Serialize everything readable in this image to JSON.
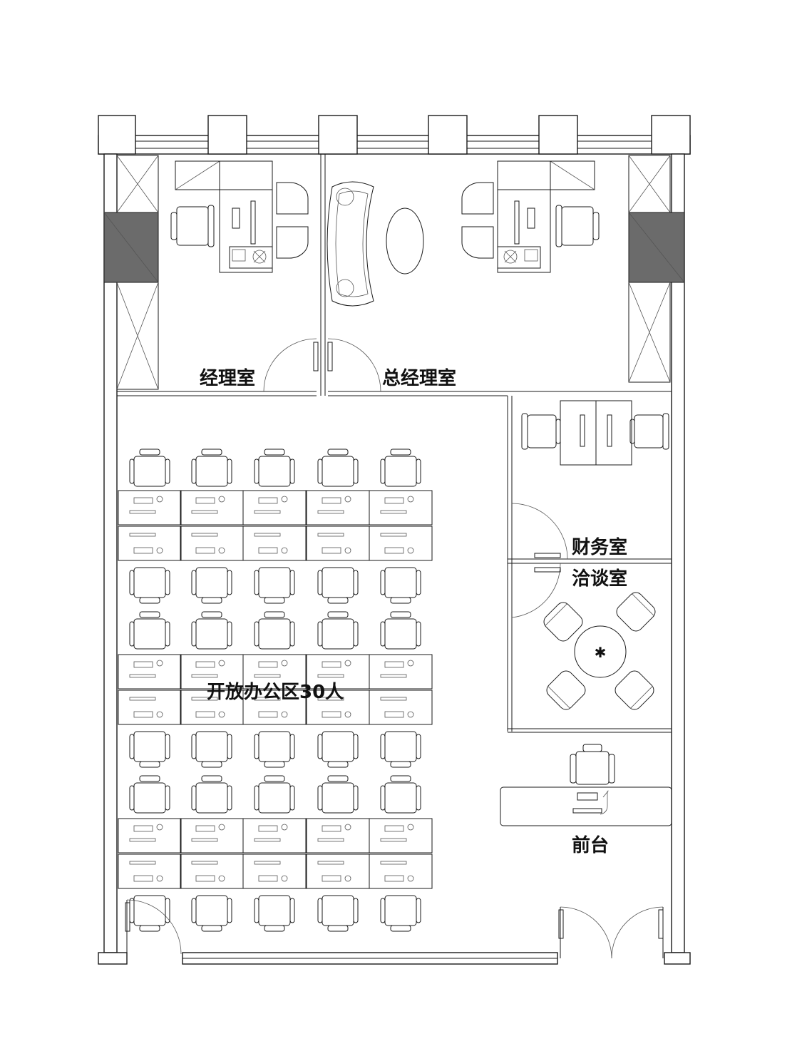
{
  "rooms": {
    "manager_office": "经理室",
    "general_manager_office": "总经理室",
    "finance_room": "财务室",
    "meeting_room": "洽谈室",
    "open_office": "开放办公区30人",
    "reception": "前台"
  },
  "icons": {
    "workstation": "desk-with-chair-icon",
    "chair": "office-chair-icon",
    "sofa": "sofa-icon",
    "round_table": "round-table-icon",
    "door": "door-swing-icon"
  },
  "colors": {
    "line": "#1a1a1a",
    "column_fill": "#6b6b6b",
    "background": "#ffffff"
  }
}
